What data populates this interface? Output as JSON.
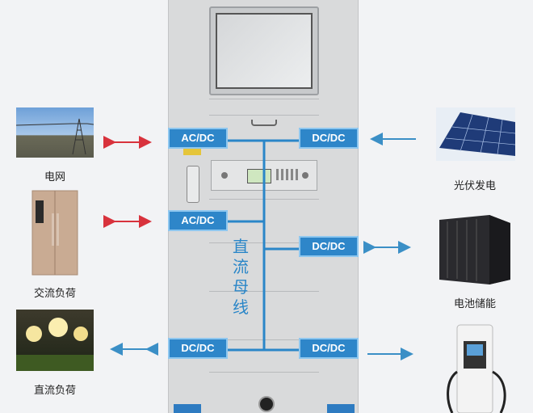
{
  "diagram": {
    "converters": [
      {
        "id": "grid",
        "label": "AC/DC"
      },
      {
        "id": "pv",
        "label": "DC/DC"
      },
      {
        "id": "acload",
        "label": "AC/DC"
      },
      {
        "id": "battery",
        "label": "DC/DC"
      },
      {
        "id": "dcload",
        "label": "DC/DC"
      },
      {
        "id": "charger",
        "label": "DC/DC"
      }
    ],
    "bus_label": "直流母线",
    "nodes": [
      {
        "id": "grid",
        "label": "电网"
      },
      {
        "id": "ac-load",
        "label": "交流负荷"
      },
      {
        "id": "dc-load",
        "label": "直流负荷"
      },
      {
        "id": "pv",
        "label": "光伏发电"
      },
      {
        "id": "battery",
        "label": "电池储能"
      }
    ],
    "colors": {
      "bus": "#2a86c8",
      "converter": "#2e86c9",
      "bidirectional_arrow": "#d8323c",
      "flow_arrow": "#3b8fc6"
    }
  }
}
